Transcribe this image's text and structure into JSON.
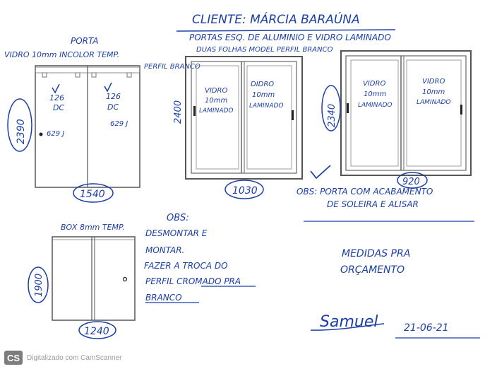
{
  "header": {
    "client": "CLIENTE: MÁRCIA BARAÚNA",
    "project_line1": "PORTAS ESQ. DE ALUMINIO E VIDRO LAMINADO",
    "project_line2": "DUAS FOLHAS MODEL PERFIL BRANCO"
  },
  "door_porta": {
    "title": "PORTA",
    "spec": "VIDRO 10mm INCOLOR TEMP.",
    "profile": "PERFIL BRANCO",
    "hinge_left": "126",
    "hinge_left_sub": "DC",
    "hinge_right": "126",
    "hinge_right_sub": "DC",
    "lock_left": "629 J",
    "lock_right": "629 J",
    "height": "2390",
    "width": "1540"
  },
  "door_mid": {
    "left_label": "VIDRO 10mm LAMINADO",
    "right_label": "DIDRO 10mm LAMINADO",
    "height": "2400",
    "width": "1030"
  },
  "door_right": {
    "left_label": "VIDRO 10mm LAMINADO",
    "right_label": "VIDRO 10mm LAMINADO",
    "height": "2340",
    "width": "920"
  },
  "obs_top": {
    "line1": "OBS: PORTA COM ACABAMENTO",
    "line2": "DE SOLEIRA E ALISAR"
  },
  "door_box": {
    "spec": "BOX 8mm TEMP.",
    "height": "1900",
    "width": "1240"
  },
  "obs_box": {
    "title": "OBS:",
    "lines": [
      "DESMONTAR E",
      "MONTAR.",
      "FAZER A TROCA DO",
      "PERFIL CROMADO PRA",
      "BRANCO"
    ]
  },
  "note": {
    "line1": "MEDIDAS PRA",
    "line2": "ORÇAMENTO"
  },
  "signature": "Samuel",
  "date": "21-06-21",
  "footer": {
    "logo": "CS",
    "text": "Digitalizado com CamScanner"
  },
  "colors": {
    "ink": "#1b3fa8",
    "frame": "#555555",
    "paper": "#ffffff"
  }
}
